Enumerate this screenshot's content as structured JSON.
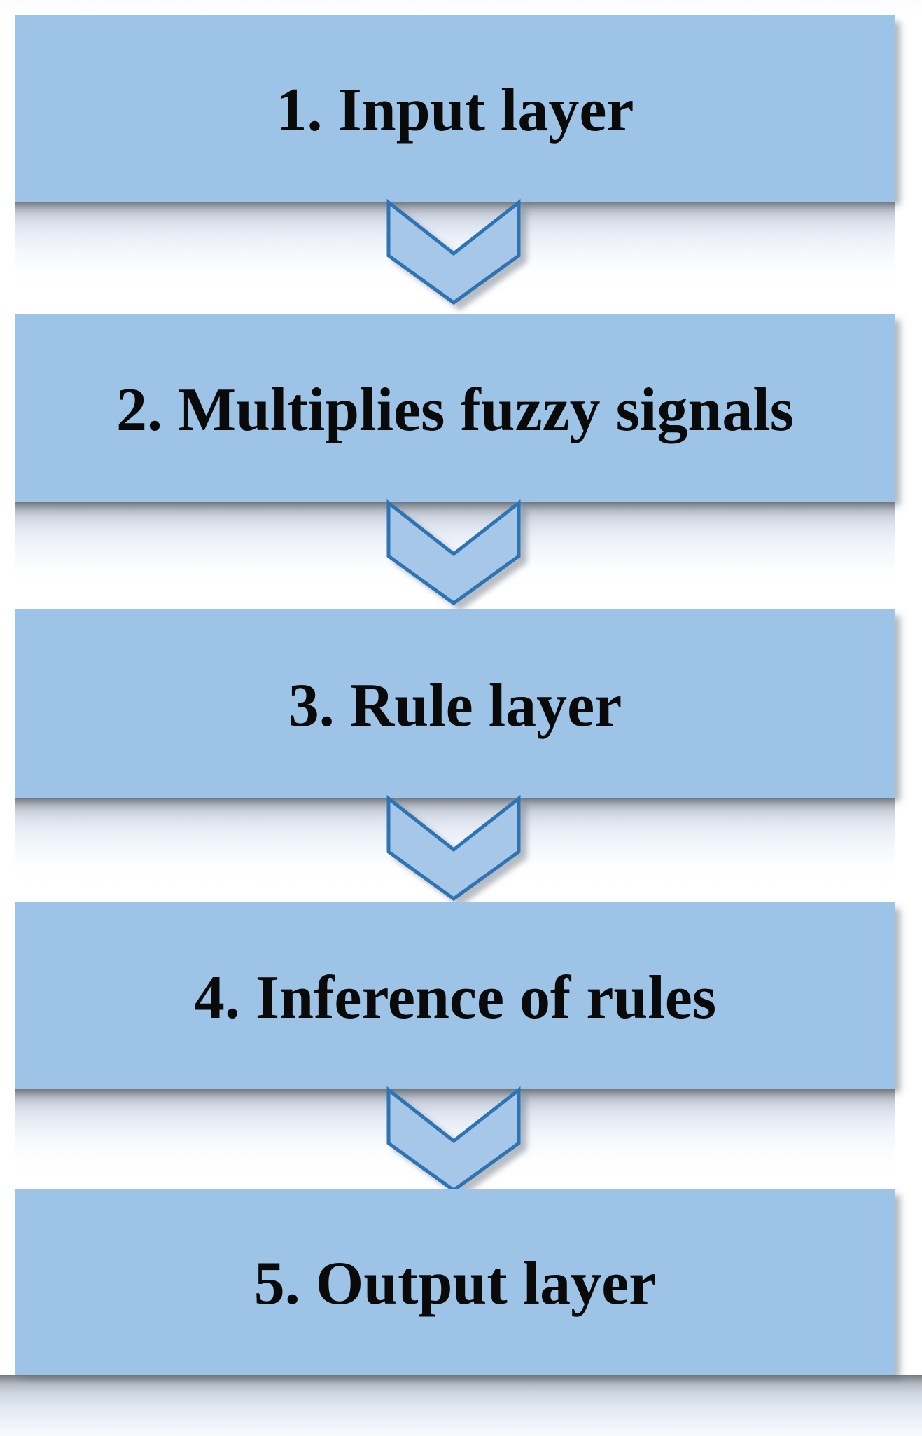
{
  "diagram": {
    "steps": [
      {
        "label": "1. Input layer"
      },
      {
        "label": "2. Multiplies fuzzy signals"
      },
      {
        "label": "3. Rule layer"
      },
      {
        "label": "4. Inference of rules"
      },
      {
        "label": "5. Output layer"
      }
    ],
    "connector_icon": "chevron-down"
  },
  "theme": {
    "box_fill": "#9DC3E6",
    "arrow_fill": "#A6C7E8",
    "arrow_stroke": "#2E74B5",
    "text_color": "#0A0A0A"
  }
}
